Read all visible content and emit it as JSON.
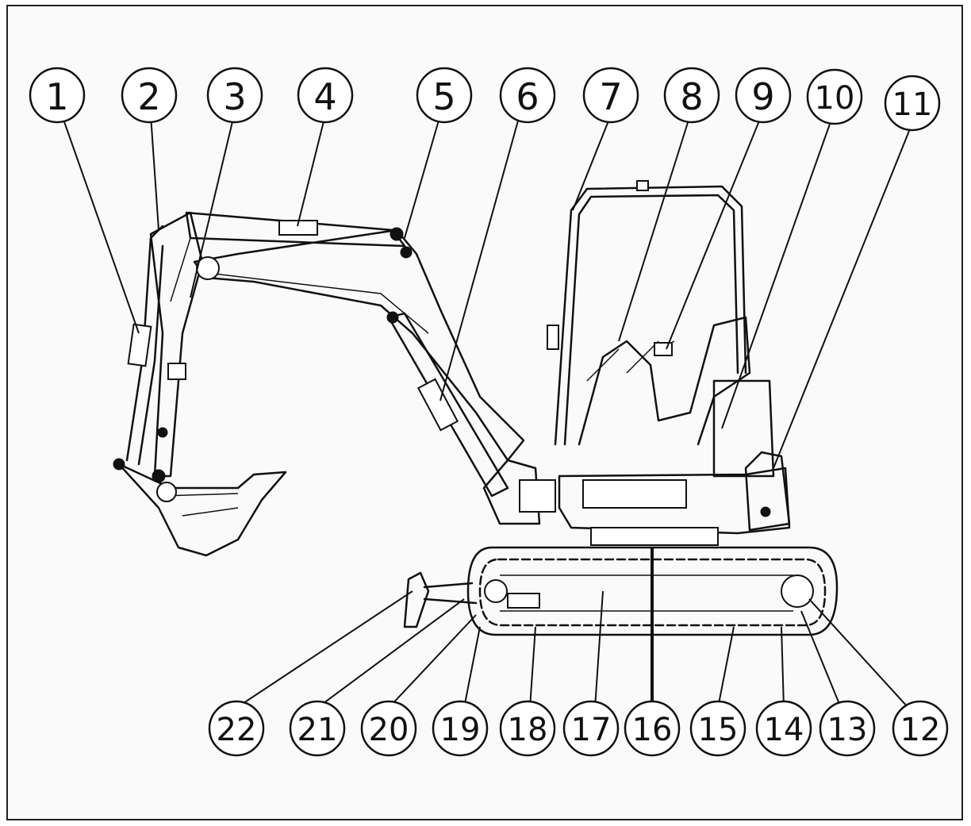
{
  "callouts_top": [
    "1",
    "2",
    "3",
    "4",
    "5",
    "6",
    "7",
    "8",
    "9",
    "10",
    "11"
  ],
  "callouts_bottom": [
    "22",
    "21",
    "20",
    "19",
    "18",
    "17",
    "16",
    "15",
    "14",
    "13",
    "12"
  ]
}
